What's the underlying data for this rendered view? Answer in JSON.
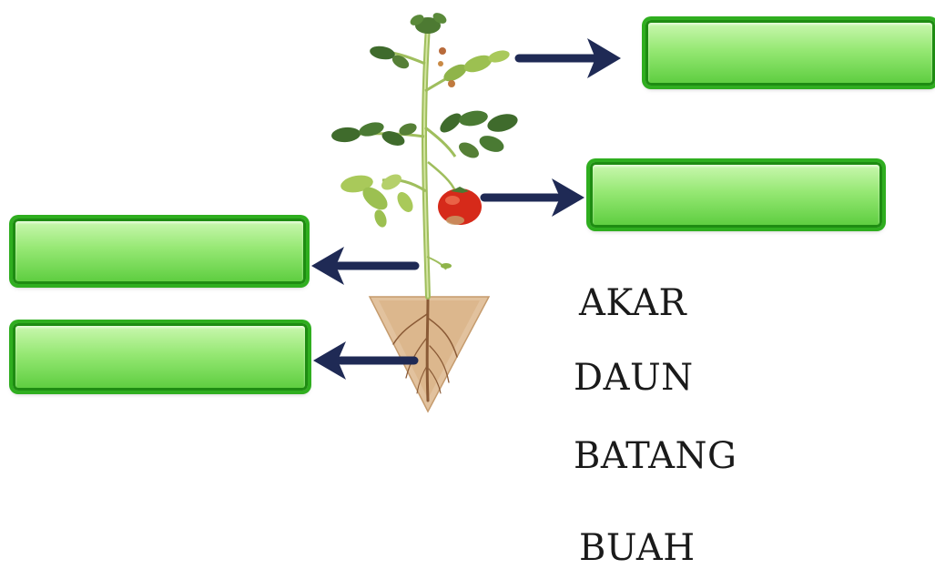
{
  "word_bank": {
    "title": "",
    "words": [
      "AKAR",
      "DAUN",
      "BATANG",
      "BUAH"
    ]
  },
  "answer_boxes": [
    {
      "target": "leaf-tip",
      "value": ""
    },
    {
      "target": "fruit",
      "value": ""
    },
    {
      "target": "stem",
      "value": ""
    },
    {
      "target": "root",
      "value": ""
    }
  ],
  "colors": {
    "box_fill": "#96e874",
    "box_border": "#1e8c12",
    "arrow": "#1f2a55",
    "soil": "#d9b48a",
    "fruit": "#d62a1a",
    "leaf": "#3f6b2c",
    "stem": "#a7c463"
  }
}
